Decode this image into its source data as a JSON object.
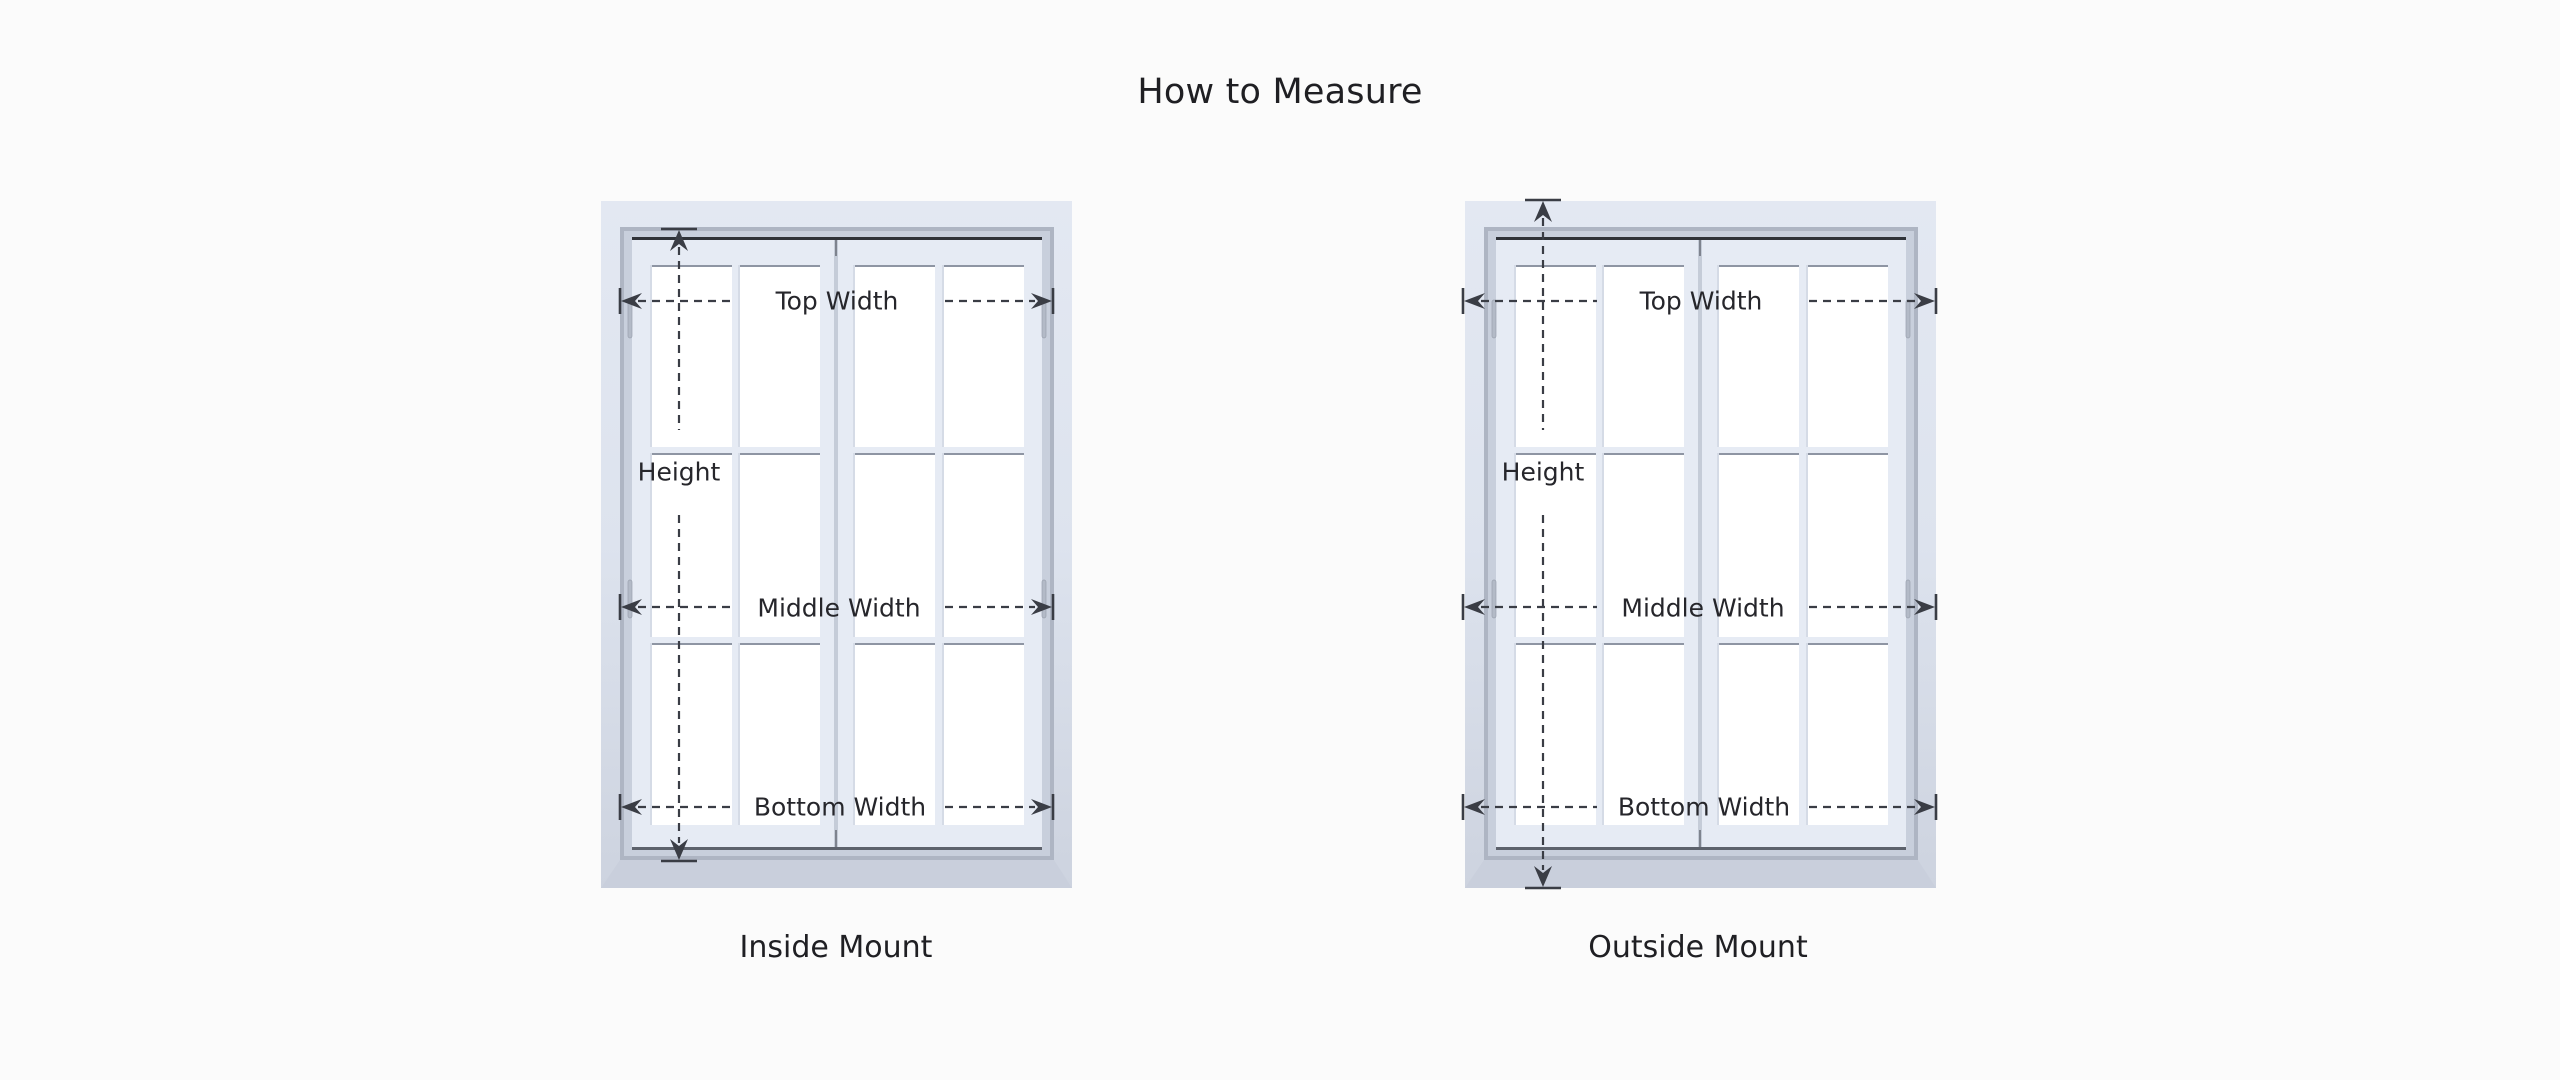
{
  "page": {
    "title": "How to Measure"
  },
  "colors": {
    "background": "#fbfbfb",
    "frame_light": "#dde3ee",
    "frame_shade": "#c3cad8",
    "glass": "#ffffff",
    "measure_line": "#3a3d45",
    "text": "#1f1f23"
  },
  "diagrams": [
    {
      "id": "inside",
      "caption": "Inside Mount",
      "labels": {
        "top_width": "Top Width",
        "middle_width": "Middle Width",
        "bottom_width": "Bottom Width",
        "height": "Height"
      }
    },
    {
      "id": "outside",
      "caption": "Outside Mount",
      "labels": {
        "top_width": "Top Width",
        "middle_width": "Middle Width",
        "bottom_width": "Bottom Width",
        "height": "Height"
      }
    }
  ]
}
